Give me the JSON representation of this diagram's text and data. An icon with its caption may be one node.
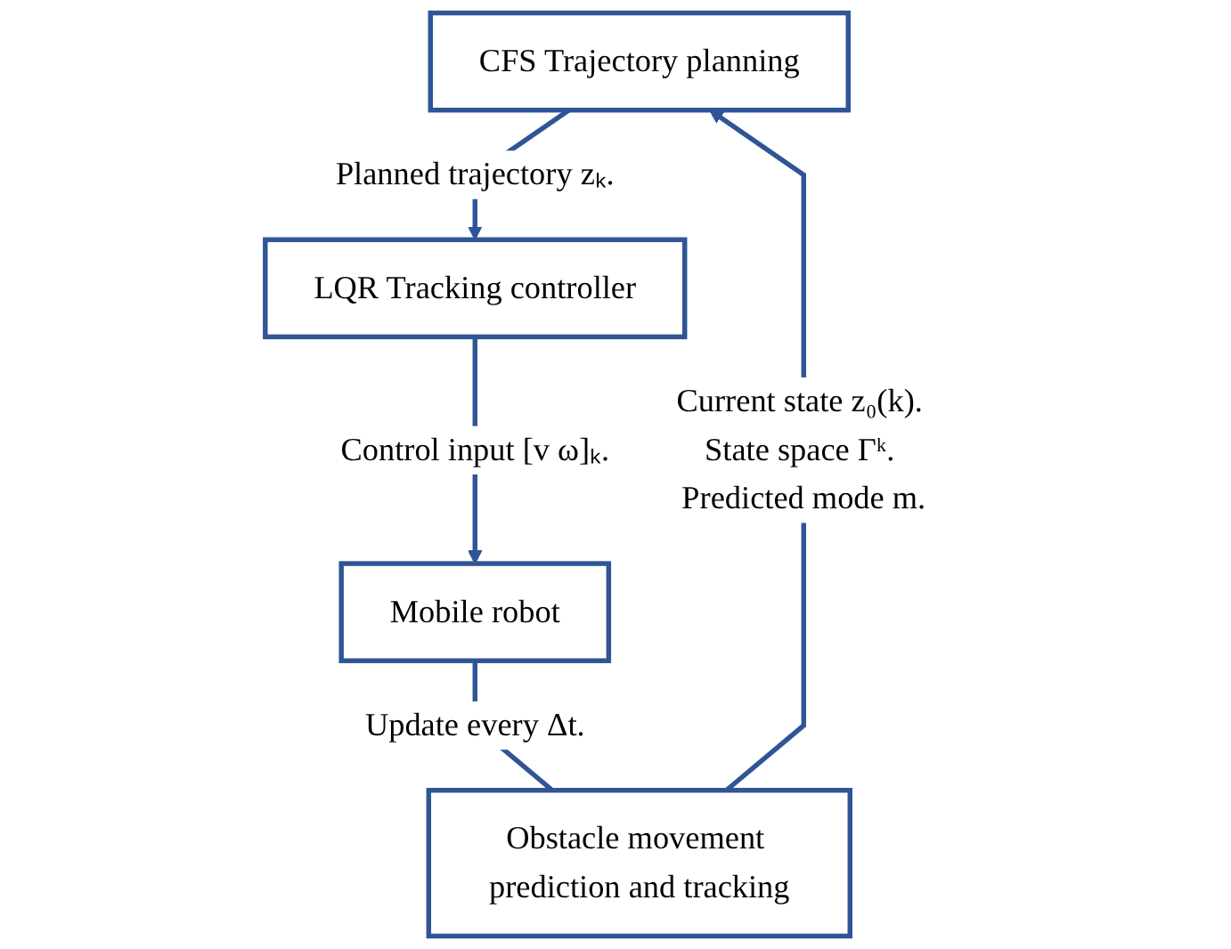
{
  "diagram": {
    "nodes": [
      {
        "text": [
          "CFS Trajectory planning"
        ]
      },
      {
        "text": [
          "LQR Tracking controller"
        ]
      },
      {
        "text": [
          "Mobile robot"
        ]
      },
      {
        "text": [
          "Obstacle movement prediction and tracking"
        ]
      }
    ],
    "edges": [
      {
        "from": 0,
        "to": 1,
        "arrow": "to",
        "label": "Planned trajectory zₖ."
      },
      {
        "from": 1,
        "to": 2,
        "arrow": "to",
        "label": "Control input [v ω]ₖ."
      },
      {
        "from": 2,
        "to": 3,
        "arrow": "none",
        "label": "Update every Δt."
      },
      {
        "from": 3,
        "to": 0,
        "arrow": "to",
        "label": "Current state z₀(k). State space Γᵏ. Predicted mode m."
      }
    ]
  }
}
